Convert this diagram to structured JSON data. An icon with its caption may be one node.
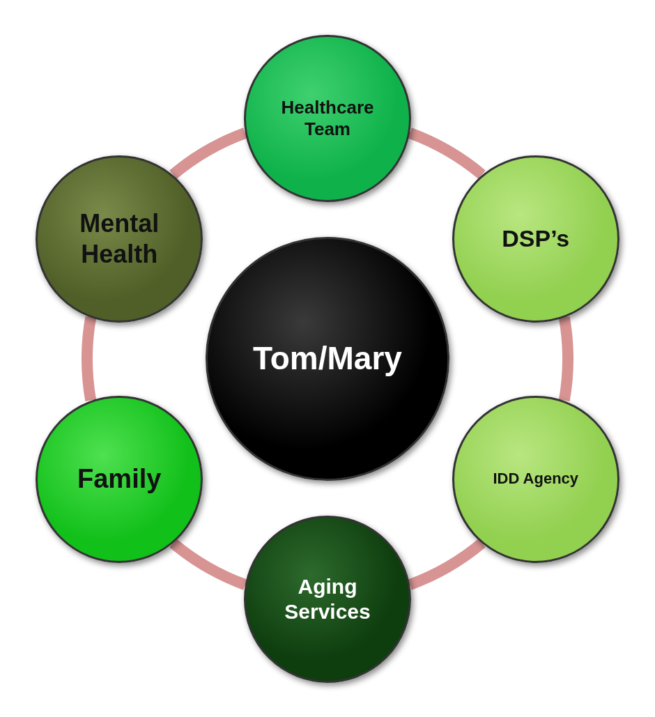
{
  "diagram": {
    "nodes": [
      {
        "text": [
          "Tom/Mary"
        ]
      },
      {
        "text": [
          "Healthcare Team"
        ]
      },
      {
        "text": [
          "DSP’s"
        ]
      },
      {
        "text": [
          "IDD Agency"
        ]
      },
      {
        "text": [
          "Aging Services"
        ]
      },
      {
        "text": [
          "Family"
        ]
      },
      {
        "text": [
          "Mental Health"
        ]
      }
    ],
    "edges": [
      {
        "from": 1,
        "to": 2,
        "arrow": "none"
      },
      {
        "from": 2,
        "to": 3,
        "arrow": "none"
      },
      {
        "from": 3,
        "to": 4,
        "arrow": "none"
      },
      {
        "from": 4,
        "to": 5,
        "arrow": "none"
      },
      {
        "from": 5,
        "to": 6,
        "arrow": "none"
      },
      {
        "from": 6,
        "to": 1,
        "arrow": "none"
      }
    ]
  }
}
